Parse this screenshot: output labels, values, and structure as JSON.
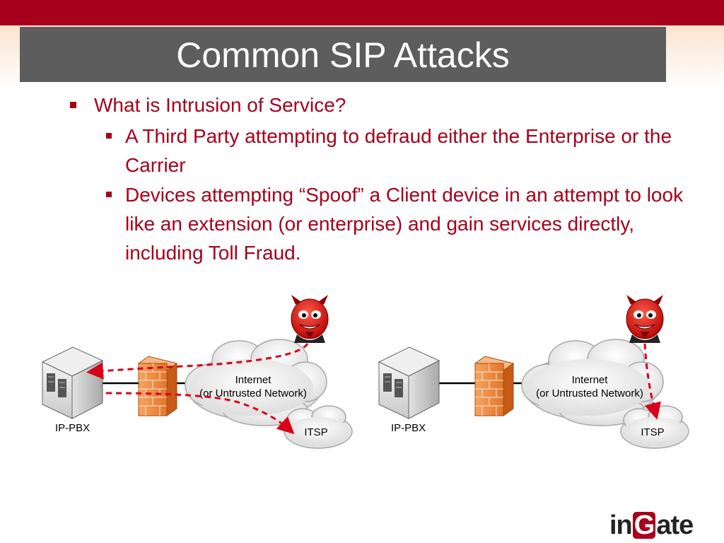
{
  "slide": {
    "title": "Common SIP Attacks",
    "bullets": {
      "level1": "What is Intrusion of Service?",
      "level2": [
        "A Third Party attempting to defraud either the Enterprise or the Carrier",
        "Devices attempting “Spoof” a Client device in an attempt to look like an extension (or enterprise) and gain services directly, including Toll Fraud."
      ]
    }
  },
  "diagram": {
    "left": {
      "pbx_label": "IP-PBX",
      "internet_line1": "Internet",
      "internet_line2": "(or Untrusted Network)",
      "itsp_label": "ITSP"
    },
    "right": {
      "pbx_label": "IP-PBX",
      "internet_line1": "Internet",
      "internet_line2": "(or Untrusted Network)",
      "itsp_label": "ITSP"
    }
  },
  "logo": {
    "pre": "in",
    "mid": "G",
    "post": "ate"
  },
  "colors": {
    "brand_red": "#a6001c",
    "title_gray": "#5d5d5d",
    "arrow_red": "#d9001b"
  }
}
